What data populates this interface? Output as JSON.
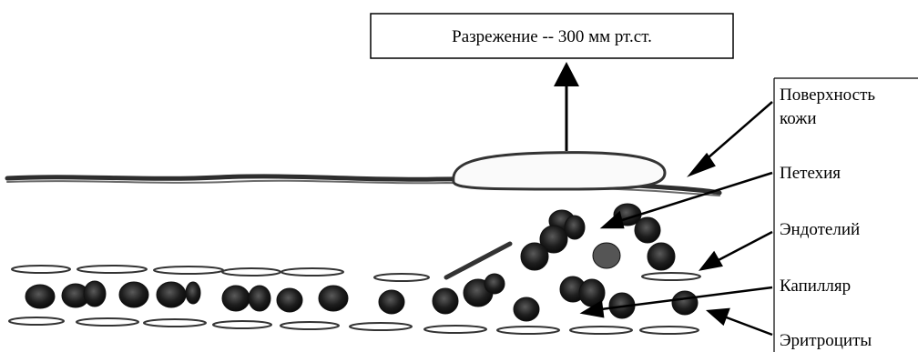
{
  "diagram": {
    "top_box_label": "Разрежение -- 300 мм рт.ст.",
    "labels": {
      "skin_surface_line1": "Поверхность",
      "skin_surface_line2": "кожи",
      "petechia": "Петехия",
      "endothelium": "Эндотелий",
      "capillary": "Капилляр",
      "erythrocytes": "Эритроциты"
    }
  },
  "colors": {
    "ink": "#000000",
    "skin_stroke": "#3a3a3a",
    "cell_fill": "#1a1a1a",
    "background": "#ffffff"
  }
}
